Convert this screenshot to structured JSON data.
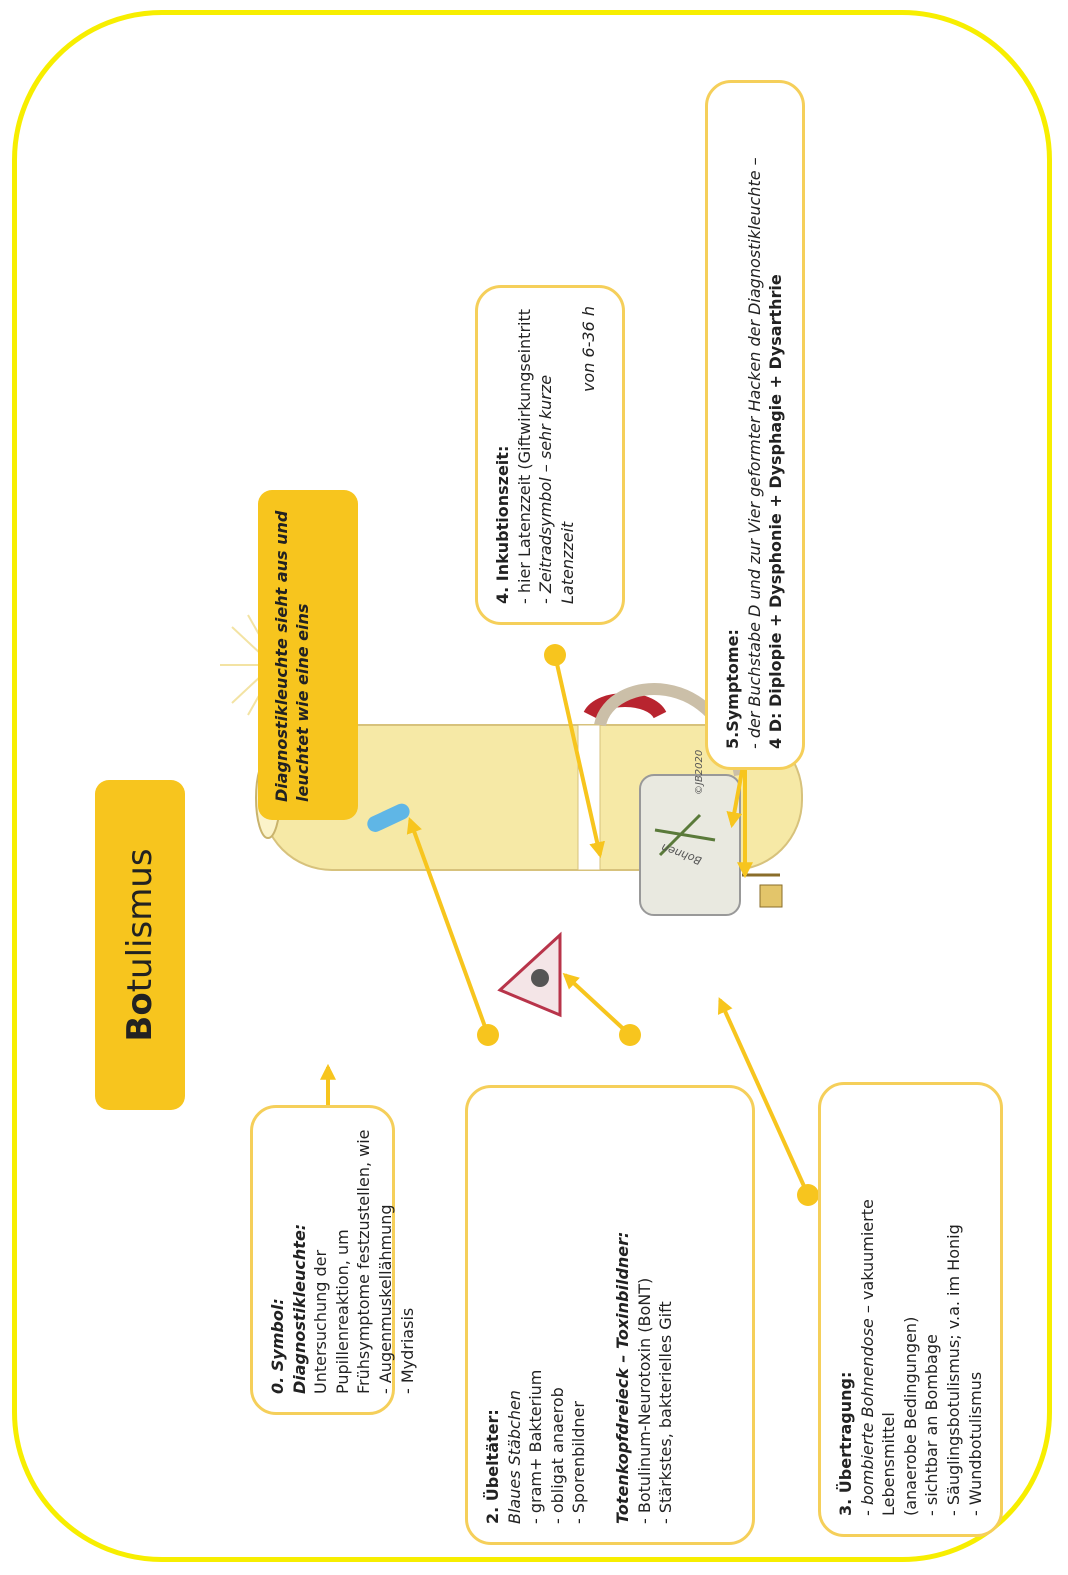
{
  "title": {
    "bold": "Bo",
    "rest": "tulismus"
  },
  "note": "Diagnostikleuchte sieht aus und leuchtet wie eine eins",
  "copyright": "©JB2020",
  "boxes": {
    "b0": {
      "heading": "0. Symbol: Diagnostikleuchte:",
      "lines": [
        "Untersuchung der Pupillenreaktion, um",
        "Frühsymptome festzustellen, wie",
        "- Augenmuskellähmung",
        "- Mydriasis"
      ]
    },
    "b2": {
      "heading": "2. Übeltäter:",
      "sub": "Blaues Stäbchen",
      "lines": [
        "- gram+ Bakterium",
        "- obligat anaerob",
        "- Sporenbildner"
      ],
      "heading2": "Totenkopfdreieck – Toxinbildner:",
      "lines2": [
        "- Botulinum-Neurotoxin (BoNT)",
        "- Stärkstes, bakterielles Gift"
      ]
    },
    "b3": {
      "heading": "3. Übertragung:",
      "l1a": "- bombierte Bohnendose",
      "l1b": " – vakuumierte Lebensmittel",
      "lines": [
        "(anaerobe Bedingungen)",
        "- sichtbar an Bombage",
        "- Säuglingsbotulismus; v.a. im Honig",
        "- Wundbotulismus"
      ]
    },
    "b4": {
      "heading": "4. Inkubtionszeit:",
      "l1": "- hier Latenzzeit (Giftwirkungseintritt",
      "l2": "- Zeitradsymbol – sehr kurze Latenzzeit",
      "l3": "von 6-36 h"
    },
    "b5": {
      "heading": "5.Symptome:",
      "l1": "- der Buchstabe D und zur Vier geformter Hacken der Diagnostikleuchte –",
      "l2": "4 D: Diplopie + Dysphonie + Dysphagie + Dysarthrie"
    }
  },
  "can_label": "Bohnen",
  "colors": {
    "frame": "#f7ee00",
    "accent": "#f7c51e",
    "box_border": "#f5cf5a",
    "arrow": "#f7c51e",
    "tube": "#f6e9a6",
    "bacterium": "#5fb6e6",
    "gear_red": "#b8242f"
  }
}
